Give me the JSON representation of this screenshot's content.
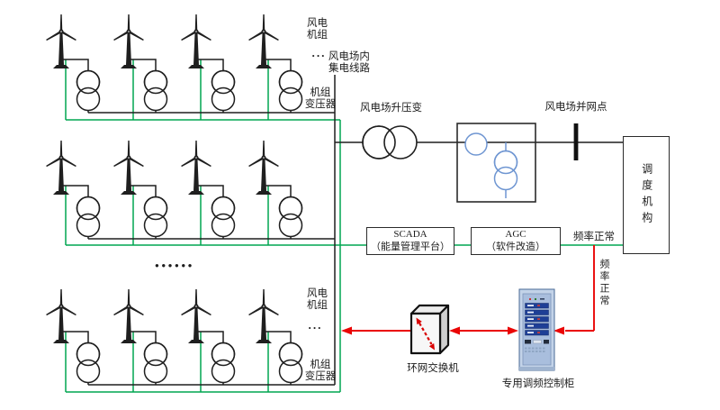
{
  "colors": {
    "wire_black": "#1f1f1f",
    "comm_green": "#00a551",
    "signal_red": "#ea0505",
    "device_blue": "#6f96d2"
  },
  "labels": {
    "row_top": {
      "unit_line1": "风电",
      "unit_line2": "机组",
      "collection_dots": "···",
      "collection_line1": "风电场内",
      "collection_line2": "集电线路",
      "transformer_line1": "机组",
      "transformer_line2": "变压器"
    },
    "row_bottom": {
      "unit_line1": "风电",
      "unit_line2": "机组",
      "dots": "···",
      "transformer_line1": "机组",
      "transformer_line2": "变压器"
    },
    "rows_ellipsis": "●●●●●●",
    "boost_transformer": "风电场升压变",
    "grid_connection_point": "风电场并网点",
    "dispatch_agency": "调度机构",
    "scada_line1": "SCADA",
    "scada_line2": "（能量管理平台）",
    "agc_line1": "AGC",
    "agc_line2": "（软件改造）",
    "frequency_normal_horizontal": "频率正常",
    "frequency_normal_vertical": "频率正常",
    "ring_switch": "环网交换机",
    "control_cabinet": "专用调频控制柜"
  },
  "icons": {
    "wind_turbine": "wind-turbine-icon",
    "unit_transformer": "two-circle-transformer-icon",
    "boost_transformer": "two-circle-transformer-icon",
    "frequency_measurement": "pt-measurement-box-icon",
    "grid_point": "busbar-icon",
    "ring_switch": "ring-network-switch-icon",
    "control_cabinet": "control-cabinet-icon"
  }
}
